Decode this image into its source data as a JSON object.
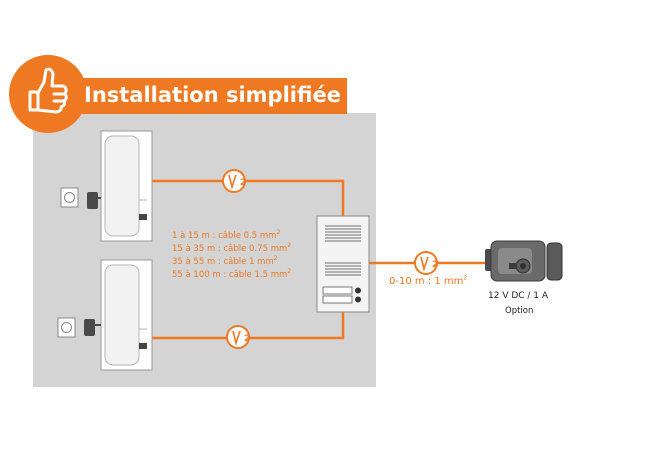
{
  "title": "Installation simplifiée",
  "cable_specs": [
    {
      "text": "1 à 15 m : câble 0.5 mm",
      "sup": "2"
    },
    {
      "text": "15 à 35 m : câble 0.75 mm",
      "sup": "2"
    },
    {
      "text": "35 à 55 m : câble 1 mm",
      "sup": "2"
    },
    {
      "text": "55 à 100 m : câble 1.5 mm",
      "sup": "2"
    }
  ],
  "lock_cable": {
    "text": "0-10 m : 1 mm",
    "sup": "2"
  },
  "lock_power": "12 V DC / 1 A",
  "lock_option": "Option",
  "wire_badge": "2",
  "colors": {
    "accent": "#ef7822",
    "panel": "#d4d4d4",
    "device": "#ffffff",
    "dark": "#4a4a4a"
  },
  "icons": [
    "thumbs-up-icon",
    "wall-socket-icon",
    "power-adapter-icon",
    "wire-pair-icon",
    "electric-lock-icon"
  ]
}
